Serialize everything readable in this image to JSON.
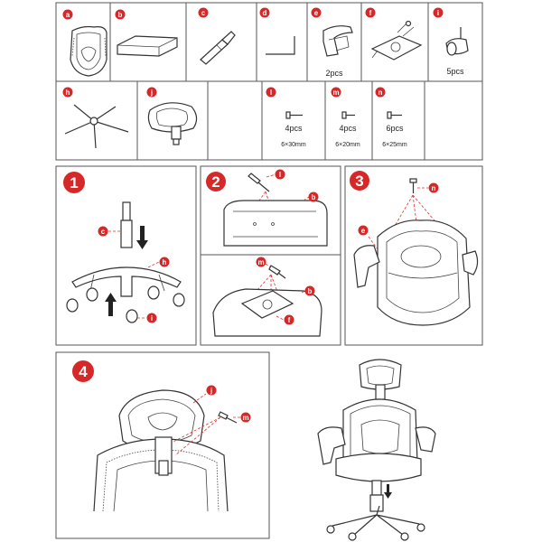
{
  "parts": {
    "a": {
      "letter": "a"
    },
    "b": {
      "letter": "b"
    },
    "c": {
      "letter": "c"
    },
    "d": {
      "letter": "d"
    },
    "e": {
      "letter": "e",
      "qty": "2pcs"
    },
    "f": {
      "letter": "f"
    },
    "i": {
      "letter": "i",
      "qty": "5pcs"
    },
    "h": {
      "letter": "h"
    },
    "j": {
      "letter": "j"
    },
    "l": {
      "letter": "l",
      "qty": "4pcs",
      "size": "6×30mm"
    },
    "m": {
      "letter": "m",
      "qty": "4pcs",
      "size": "6×20mm"
    },
    "n": {
      "letter": "n",
      "qty": "6pcs",
      "size": "6×25mm"
    }
  },
  "steps": {
    "s1": {
      "number": "1",
      "labels": {
        "c": "c",
        "h": "h",
        "i": "i"
      }
    },
    "s2": {
      "number": "2",
      "labels": {
        "l": "l",
        "b1": "b",
        "m": "m",
        "b2": "b",
        "f": "f"
      }
    },
    "s3": {
      "number": "3",
      "labels": {
        "n": "n",
        "e": "e"
      }
    },
    "s4": {
      "number": "4",
      "labels": {
        "j": "j",
        "m": "m"
      }
    }
  },
  "colors": {
    "badge": "#d62828",
    "line": "#333333",
    "dash": "#e03030"
  }
}
